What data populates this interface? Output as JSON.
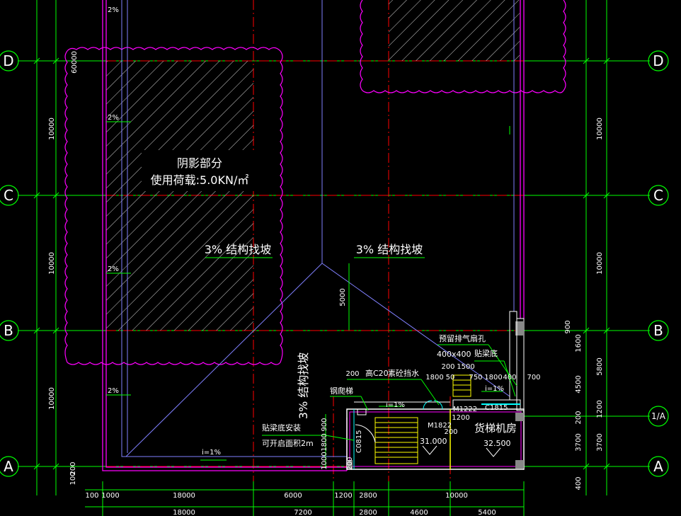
{
  "axes": {
    "D": "D",
    "C": "C",
    "B": "B",
    "A": "A",
    "1A": "1/A"
  },
  "shaded_area": {
    "line1": "阴影部分",
    "line2": "使用荷载:5.0KN/㎡"
  },
  "slope_labels": {
    "left": "3% 结构找坡",
    "right": "3% 结构找坡",
    "vertical": "3% 结构找坡"
  },
  "notes": {
    "exhaust": "预留排气扇孔",
    "size": "400x400",
    "beam_bottom": "贴梁底",
    "concrete": "高C20",
    "curb": "素砼挡水",
    "ladder": "钢爬梯",
    "install": "贴梁底安装",
    "open_area": "可开启面积2m",
    "elevator_room": "货梯机房",
    "slope_i": "i=1%"
  },
  "door_window": {
    "m1222": "M1222",
    "c1815": "C1815",
    "m1822": "M1822",
    "c0815": "C0815"
  },
  "elevations": {
    "stair": "31.000",
    "room": "32.500"
  },
  "small_marks": {
    "pct2": "2%"
  },
  "dims_left": [
    "60000",
    "10000",
    "10000",
    "10000",
    "100",
    "200"
  ],
  "dims_right_outer": [
    "10000",
    "10000",
    "3700"
  ],
  "dims_right_inner": [
    "900",
    "1600",
    "5800",
    "4500",
    "1200",
    "200",
    "3700",
    "400"
  ],
  "dims_bottom_row1": [
    "100",
    "1000",
    "18000",
    "6000",
    "1200",
    "2800",
    "10000"
  ],
  "dims_bottom_row2": [
    "18000",
    "7200",
    "2800",
    "4600",
    "5400"
  ],
  "dims_detail": [
    "200",
    "1500",
    "200",
    "1800",
    "50",
    "750",
    "1800",
    "400",
    "700",
    "1200",
    "200",
    "900",
    "1800",
    "1000",
    "200",
    "5000"
  ]
}
